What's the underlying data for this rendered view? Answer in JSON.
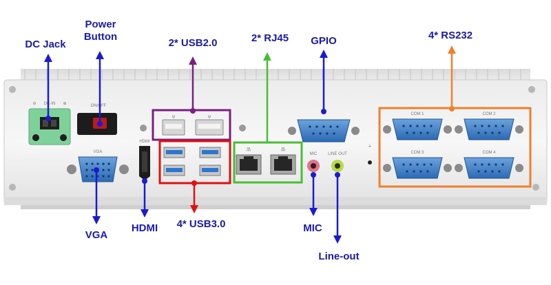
{
  "labels": {
    "dc_jack": "DC Jack",
    "power_button": [
      "Power",
      "Button"
    ],
    "usb20": "2* USB2.0",
    "rj45": "2* RJ45",
    "gpio": "GPIO",
    "rs232": "4* RS232",
    "vga": "VGA",
    "hdmi": "HDMI",
    "usb30": "4* USB3.0",
    "mic": "MIC",
    "line_out": "Line-out"
  },
  "panel_text": {
    "dc_in": "DC-IN",
    "on_off": "ON/OFF",
    "vga": "VGA",
    "hdmi": "HDMI",
    "mic": "MIC",
    "line_out": "LINE OUT",
    "com": [
      "COM 1",
      "COM 2",
      "COM 3",
      "COM 4"
    ]
  },
  "colors": {
    "label_blue": "#1a1aa6",
    "arrow_blue": "#1a1ad6",
    "usb20_box": "#7a1e82",
    "usb30_box": "#e01010",
    "rj45_box": "#46bf32",
    "rs232_box": "#ef7f2e",
    "dc_connector": "#7fd19a",
    "mic_jack": "#e0738a",
    "lineout_jack": "#b6d94a",
    "port_blue": "#3c7ec8",
    "usb3_blue": "#2a76d2"
  },
  "icons": [
    "arrow-up-icon",
    "arrow-down-icon",
    "ground-icon",
    "usb-icon",
    "network-icon"
  ]
}
